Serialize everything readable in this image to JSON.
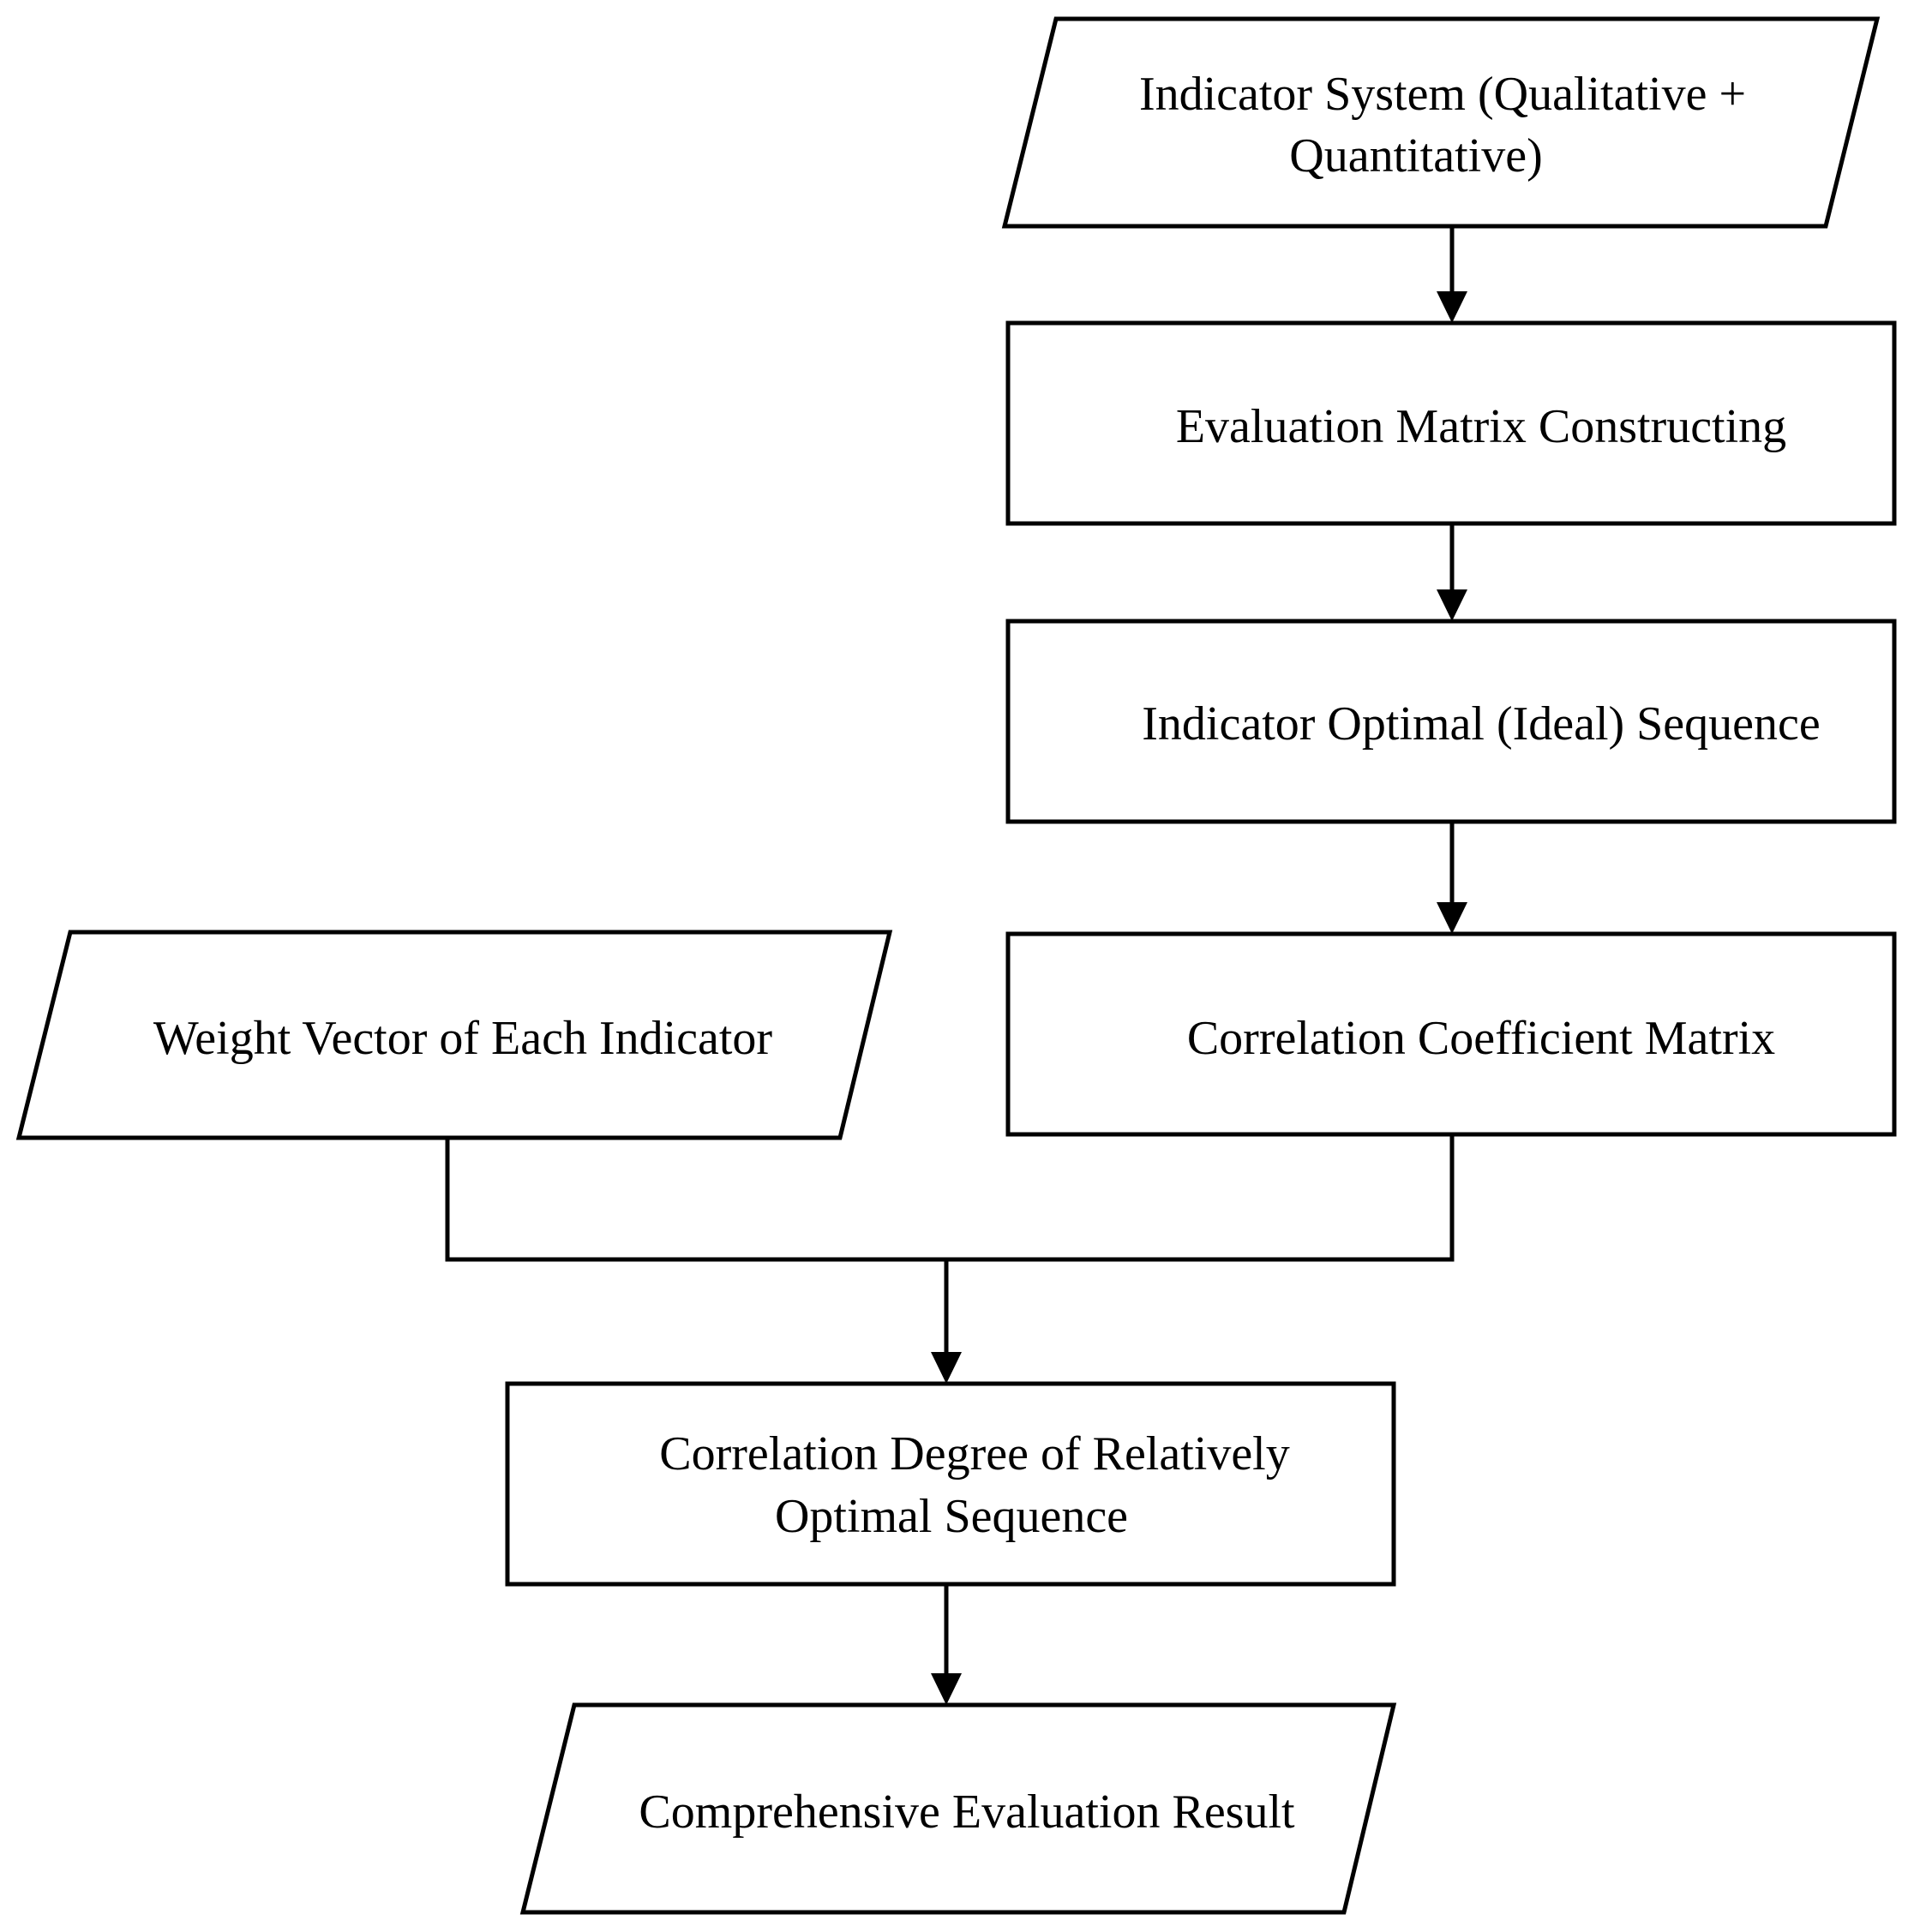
{
  "diagram": {
    "nodes": {
      "indicator_system": {
        "shape": "parallelogram",
        "lines": [
          "Indicator System (Qualitative +",
          "Quantitative)"
        ]
      },
      "evaluation_matrix": {
        "shape": "rectangle",
        "lines": [
          "Evaluation Matrix Constructing"
        ]
      },
      "optimal_sequence": {
        "shape": "rectangle",
        "lines": [
          "Indicator Optimal (Ideal) Sequence"
        ]
      },
      "correlation_matrix": {
        "shape": "rectangle",
        "lines": [
          "Correlation Coefficient Matrix"
        ]
      },
      "weight_vector": {
        "shape": "parallelogram",
        "lines": [
          "Weight Vector of Each Indicator"
        ]
      },
      "correlation_degree": {
        "shape": "rectangle",
        "lines": [
          "Correlation Degree of Relatively",
          "Optimal Sequence"
        ]
      },
      "evaluation_result": {
        "shape": "parallelogram",
        "lines": [
          "Comprehensive Evaluation Result"
        ]
      }
    },
    "edges": [
      {
        "from": "indicator_system",
        "to": "evaluation_matrix"
      },
      {
        "from": "evaluation_matrix",
        "to": "optimal_sequence"
      },
      {
        "from": "optimal_sequence",
        "to": "correlation_matrix"
      },
      {
        "from": "weight_vector",
        "to": "correlation_degree"
      },
      {
        "from": "correlation_matrix",
        "to": "correlation_degree"
      },
      {
        "from": "correlation_degree",
        "to": "evaluation_result"
      }
    ],
    "colors": {
      "stroke": "#000000",
      "fill": "#ffffff",
      "text": "#000000"
    }
  }
}
